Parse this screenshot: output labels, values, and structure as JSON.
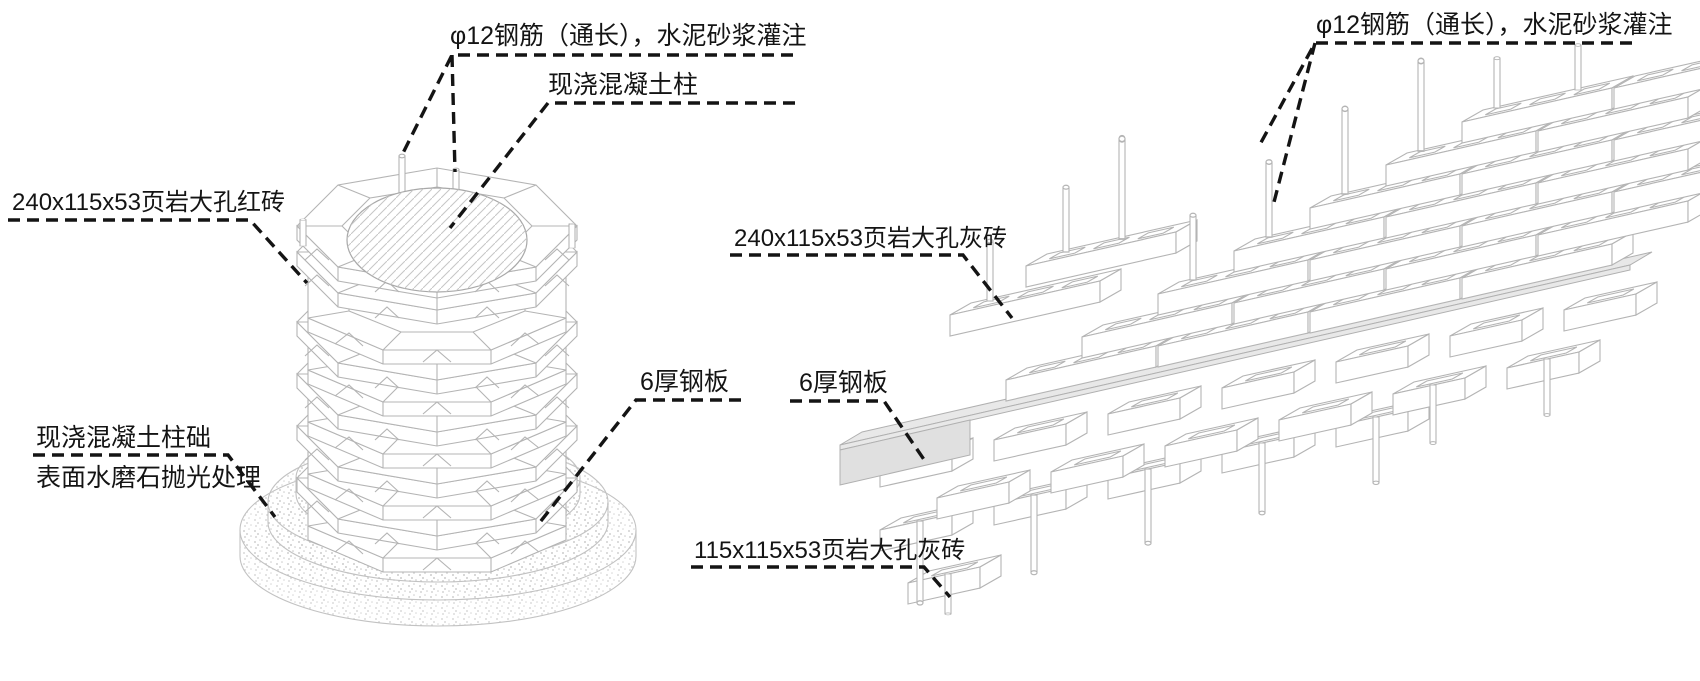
{
  "page": {
    "background": "#ffffff",
    "description_colors": {
      "annotation_text": "#141414",
      "leader_line": "#141414",
      "drawing_line": "#b4b4b4",
      "steel_plate_fill": "#e8e8e8",
      "hatch_line": "#c6c6c6"
    }
  },
  "annotations": {
    "left": [
      {
        "text": "φ12钢筋（通长），水泥砂浆灌注"
      },
      {
        "text": "现浇混凝土柱"
      },
      {
        "text": "240x115x53页岩大孔红砖"
      },
      {
        "text": "现浇混凝土柱础"
      },
      {
        "text": "表面水磨石抛光处理"
      },
      {
        "text": "6厚钢板"
      }
    ],
    "right": [
      {
        "text": "φ12钢筋（通长），水泥砂浆灌注"
      },
      {
        "text": "240x115x53页岩大孔灰砖"
      },
      {
        "text": "6厚钢板"
      },
      {
        "text": "115x115x53页岩大孔灰砖"
      }
    ]
  }
}
